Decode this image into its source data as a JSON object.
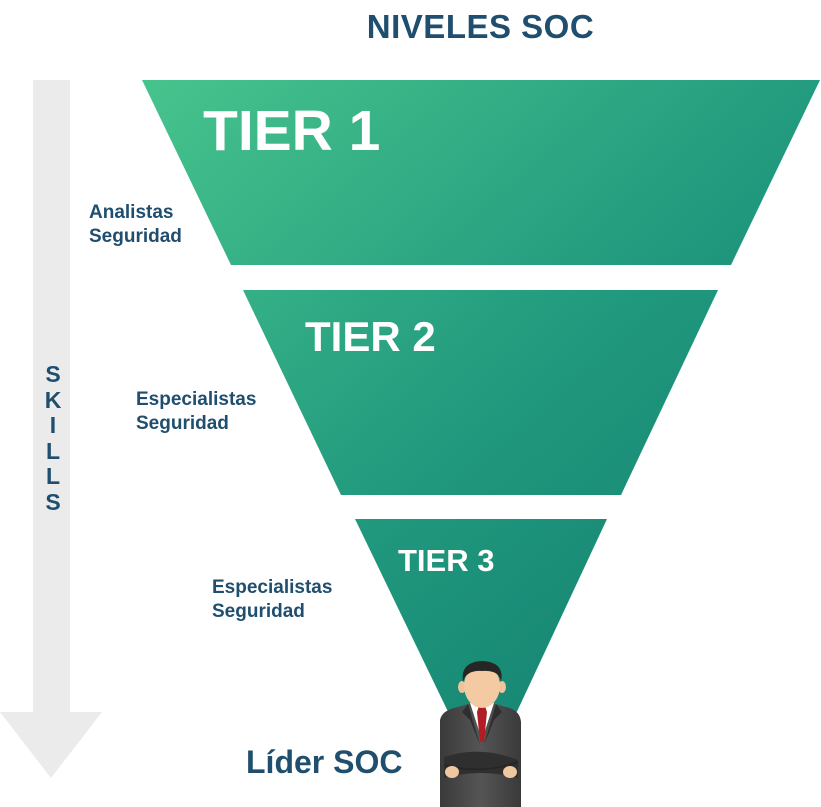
{
  "title": "NIVELES SOC",
  "skills_label": [
    "S",
    "K",
    "I",
    "L",
    "L",
    "S"
  ],
  "tiers": [
    {
      "label": "TIER 1",
      "role": [
        "Analistas",
        "Seguridad"
      ]
    },
    {
      "label": "TIER 2",
      "role": [
        "Especialistas",
        "Seguridad"
      ]
    },
    {
      "label": "TIER 3",
      "role": [
        "Especialistas",
        "Seguridad"
      ]
    }
  ],
  "leader_label": "Líder SOC",
  "colors": {
    "heading": "#1f4e6e",
    "funnel_light": "#47c48d",
    "funnel_dark": "#178574",
    "arrow": "#ebebeb"
  }
}
